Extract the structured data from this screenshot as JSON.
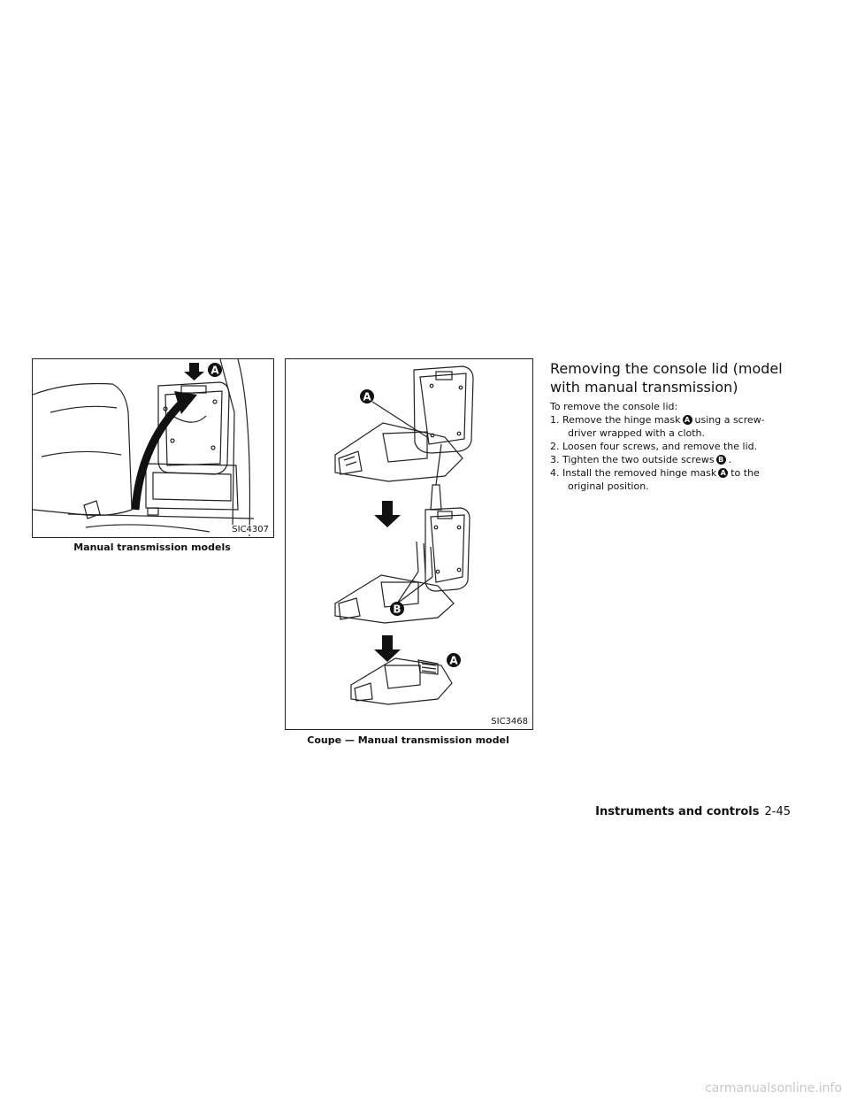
{
  "figures": {
    "left": {
      "code": "SIC4307",
      "caption": "Manual transmission models",
      "callout": "A"
    },
    "middle": {
      "code": "SIC3468",
      "caption": "Coupe — Manual transmission model",
      "callout_a1": "A",
      "callout_b": "B",
      "callout_a2": "A"
    }
  },
  "section": {
    "title": "Removing the console lid (model with manual transmission)",
    "intro": "To remove the console lid:",
    "steps": {
      "s1": {
        "num": "1.",
        "pre": "Remove the hinge mask",
        "badge": "A",
        "post": "using a screw-",
        "cont": "driver wrapped with a cloth."
      },
      "s2": {
        "num": "2.",
        "text": "Loosen four screws, and remove the lid."
      },
      "s3": {
        "num": "3.",
        "pre": "Tighten the two outside screws",
        "badge": "B",
        "post": "."
      },
      "s4": {
        "num": "4.",
        "pre": "Install the removed hinge mask",
        "badge": "A",
        "post": "to the",
        "cont": "original position."
      }
    }
  },
  "footer": {
    "section_name": "Instruments and controls",
    "page_number": "2-45"
  },
  "watermark": "carmanualsonline.info"
}
